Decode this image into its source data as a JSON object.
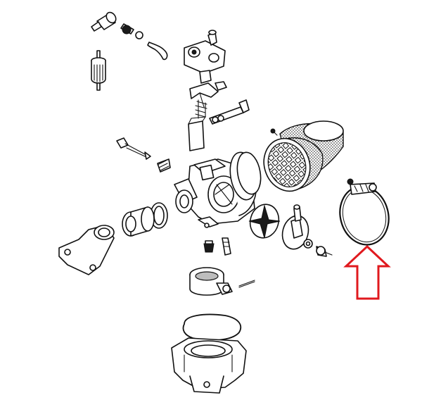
{
  "colors": {
    "ink": "#111111",
    "background": "#ffffff",
    "highlight_arrow": "#e0191e"
  },
  "diagram": {
    "components": [
      "fuel-line-fitting",
      "screw",
      "fuel-hose",
      "inline-fuel-filter",
      "float-chamber-cover",
      "float-lever",
      "float-spring",
      "float-needle-valve",
      "idle-screw",
      "throttle-spring",
      "carburetor-body",
      "intake-gasket",
      "intake-sleeve",
      "intake-manifold",
      "main-jet",
      "emulsion-tube",
      "air-filter-housing",
      "air-filter-element",
      "choke-disc",
      "filter-inlet-plate",
      "washer",
      "mount-bolt",
      "hose-clamp",
      "slide-valve",
      "cotter-pin",
      "float-bowl-gasket",
      "float-bowl"
    ],
    "highlighted_part": "hose-clamp",
    "indicator_icon": "arrow-up-outline-icon"
  }
}
